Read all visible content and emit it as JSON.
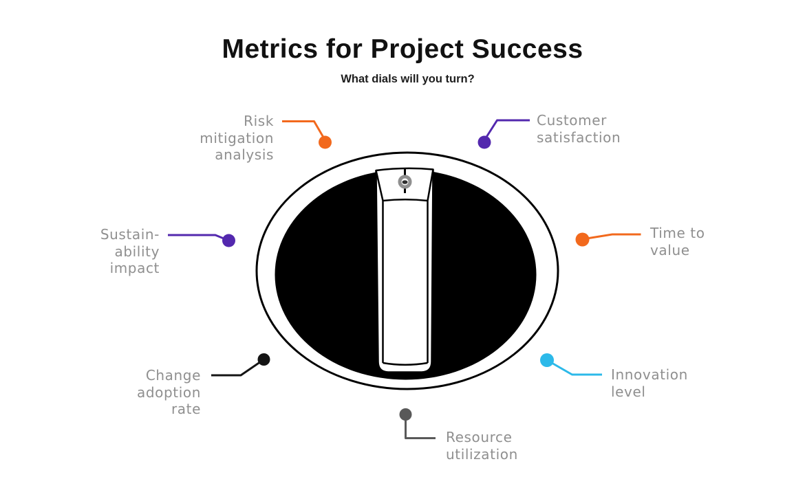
{
  "header": {
    "title": "Metrics for Project Success",
    "subtitle": "What dials will you turn?"
  },
  "knob": {
    "outline": "#000000",
    "fill": "#000000",
    "face": "#ffffff",
    "screw_ring": "#8f8f8f",
    "screw_hole": "#2e2e2e"
  },
  "label_text_color": "#8f8f8f",
  "labels": [
    {
      "id": "risk-mitigation-analysis",
      "text": "Risk\nmitigation\nanalysis",
      "color": "#F2691D",
      "align": "right"
    },
    {
      "id": "customer-satisfaction",
      "text": "Customer\nsatisfaction",
      "color": "#5328AE",
      "align": "left"
    },
    {
      "id": "sustainability-impact",
      "text": "Sustain-\nability\nimpact",
      "color": "#5328AE",
      "align": "right"
    },
    {
      "id": "time-to-value",
      "text": "Time to\nvalue",
      "color": "#F2691D",
      "align": "left"
    },
    {
      "id": "change-adoption-rate",
      "text": "Change\nadoption\nrate",
      "color": "#141414",
      "align": "right"
    },
    {
      "id": "innovation-level",
      "text": "Innovation\nlevel",
      "color": "#2CB9E9",
      "align": "left"
    },
    {
      "id": "resource-utilization",
      "text": "Resource\nutilization",
      "color": "#595959",
      "align": "left"
    }
  ]
}
